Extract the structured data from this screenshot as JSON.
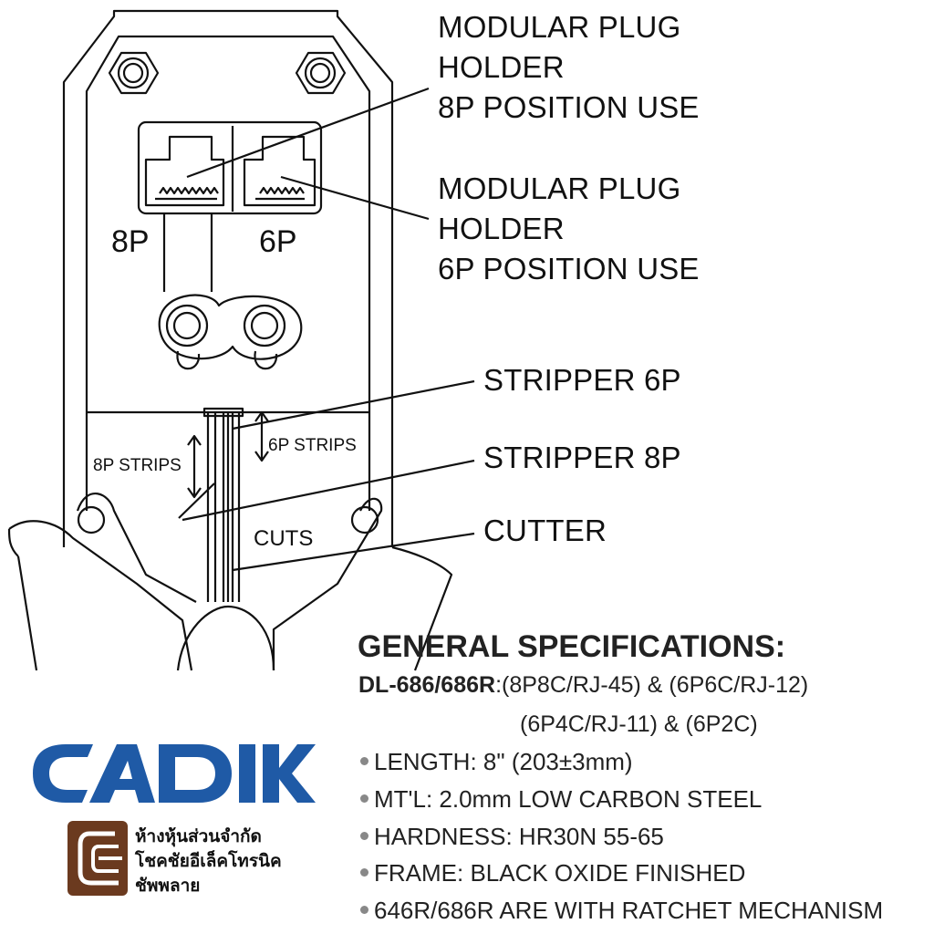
{
  "callouts": {
    "plug_holder_8p": [
      "MODULAR PLUG",
      "HOLDER",
      "8P POSITION USE"
    ],
    "plug_holder_6p": [
      "MODULAR PLUG",
      "HOLDER",
      "6P POSITION USE"
    ],
    "stripper_6p": "STRIPPER 6P",
    "stripper_8p": "STRIPPER 8P",
    "cutter": "CUTTER"
  },
  "tool_labels": {
    "die_8p": "8P",
    "die_6p": "6P",
    "strips_8p": "8P STRIPS",
    "strips_6p": "6P STRIPS",
    "cuts": "CUTS"
  },
  "specifications": {
    "title": "GENERAL SPECIFICATIONS:",
    "model": "DL-686/686R",
    "compat_line1": ":(8P8C/RJ-45) & (6P6C/RJ-12)",
    "compat_line2": "(6P4C/RJ-11) & (6P2C)",
    "items": [
      "LENGTH: 8\" (203±3mm)",
      "MT'L: 2.0mm LOW CARBON STEEL",
      "HARDNESS: HR30N 55-65",
      "FRAME: BLACK OXIDE FINISHED",
      "646R/686R ARE WITH RATCHET MECHANISM"
    ]
  },
  "brand": {
    "name": "CADIK",
    "color": "#1f5aa6",
    "company_lines": [
      "ห้างหุ้นส่วนจำกัด",
      "โชคชัยอีเล็คโทรนิค",
      "ชัพพลาย"
    ],
    "company_logo_color": "#6b3a1f"
  }
}
